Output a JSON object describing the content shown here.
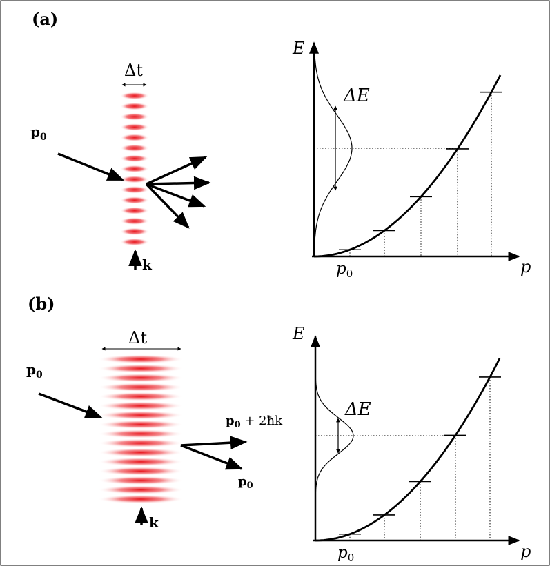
{
  "panel_a": {
    "label": "(a)",
    "dt_label": "Δt",
    "p0_label": "p",
    "p0_sub": "0",
    "k_label": "k",
    "E_axis": "E",
    "p_axis": "p",
    "dE_label": "ΔE",
    "p0_tick": "p",
    "p0_tick_sub": "0"
  },
  "panel_b": {
    "label": "(b)",
    "dt_label": "Δt",
    "p0_label": "p",
    "p0_sub": "0",
    "k_label": "k",
    "out1_p": "p",
    "out1_sub": "0",
    "out1_rest": " + 2ħk",
    "out2_p": "p",
    "out2_sub": "0",
    "E_axis": "E",
    "p_axis": "p",
    "dE_label": "ΔE",
    "p0_tick": "p",
    "p0_tick_sub": "0"
  },
  "colors": {
    "pulse": "#e8141c",
    "ink": "#000000"
  }
}
